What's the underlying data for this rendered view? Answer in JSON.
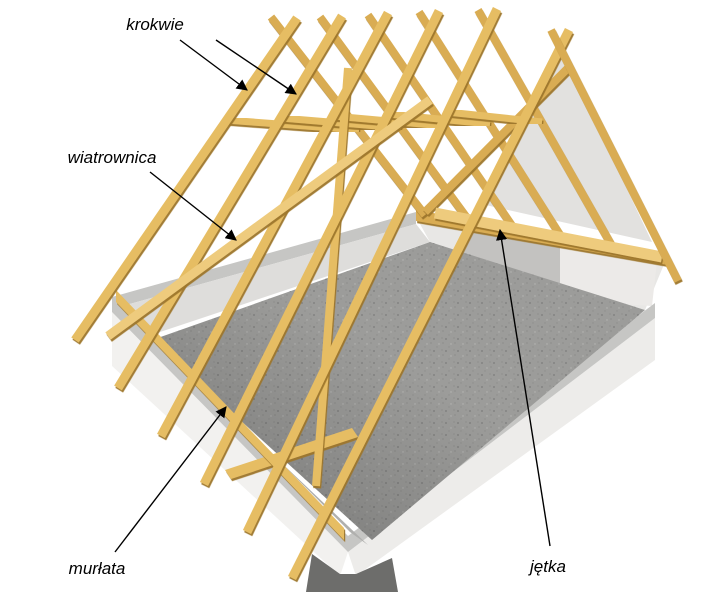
{
  "diagram": {
    "labels": {
      "rafters": "krokwie",
      "wind_brace": "wiatrownica",
      "wall_plate": "murłata",
      "collar_beam": "jętka"
    },
    "colors": {
      "wood": "#e6bd64",
      "wood_light": "#eecb7d",
      "wood_dark": "#d9ac52",
      "wood_edge": "#9d762c",
      "wall": "#f2f1ef",
      "wall_shaded": "#edecea",
      "wall_band": "#c6c6c4",
      "wall_inner": "#b0b0ae",
      "floor": "#9c9c9a",
      "slab_dark": "#6d6d6b",
      "label": "#000000",
      "background": "#ffffff"
    }
  }
}
